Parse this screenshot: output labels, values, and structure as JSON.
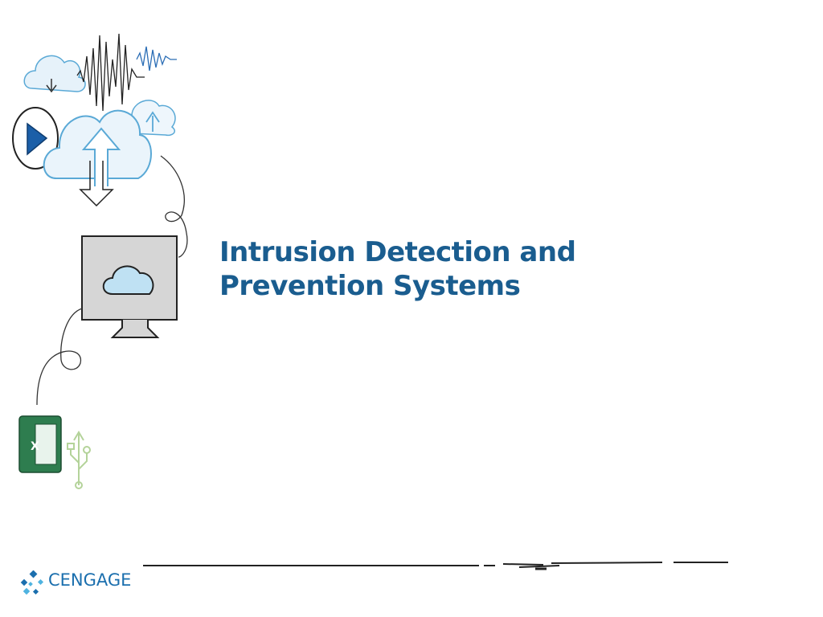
{
  "slide": {
    "title_line1": "Intrusion Detection and",
    "title_line2": "Prevention Systems"
  },
  "brand": {
    "name": "CENGAGE",
    "title_color": "#1a5d8f",
    "logo_color": "#1b6fae"
  },
  "icons": [
    "cloud-download-icon",
    "soundwave-icon",
    "cloud-upload-icon",
    "play-icon",
    "cloud-sync-icon",
    "computer-monitor-icon",
    "excel-icon",
    "usb-icon"
  ]
}
